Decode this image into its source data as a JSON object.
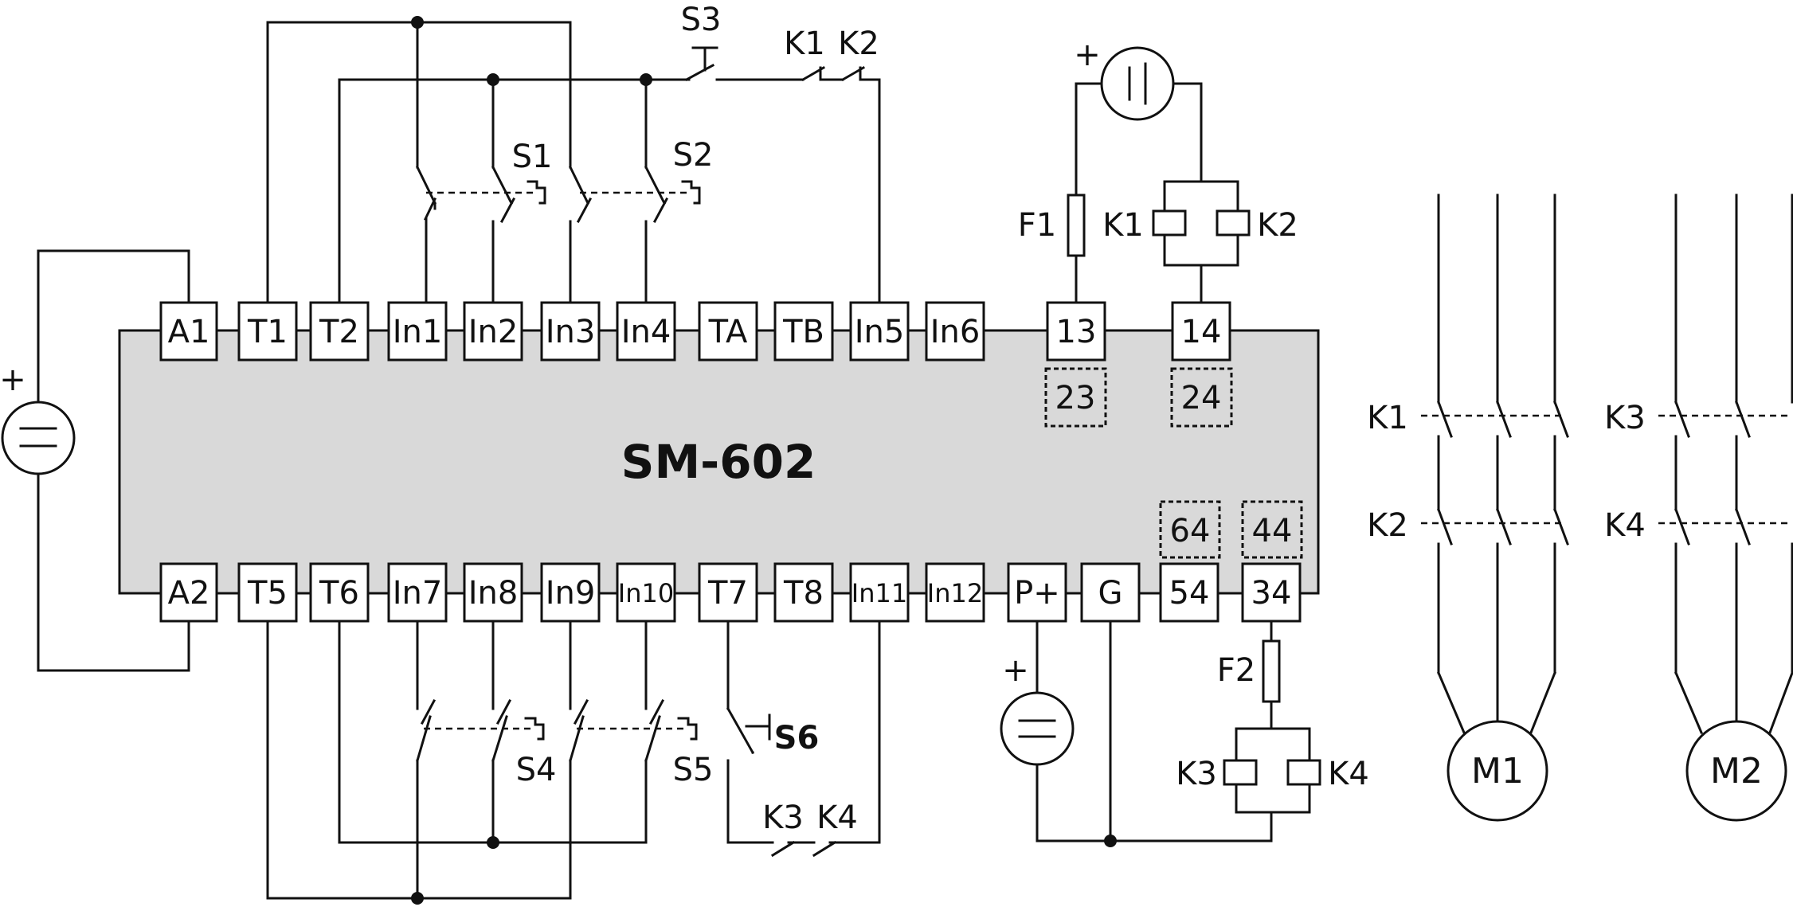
{
  "module": {
    "name": "SM-602",
    "fill": "#d9d9d9"
  },
  "top_terminals": [
    "A1",
    "T1",
    "T2",
    "In1",
    "In2",
    "In3",
    "In4",
    "TA",
    "TB",
    "In5",
    "In6",
    "13",
    "14"
  ],
  "top_dashed_terminals": [
    "23",
    "24"
  ],
  "bottom_terminals": [
    "A2",
    "T5",
    "T6",
    "In7",
    "In8",
    "In9",
    "In10",
    "T7",
    "T8",
    "In11",
    "In12",
    "P+",
    "G",
    "54",
    "34"
  ],
  "bottom_dashed_terminals": [
    "64",
    "44"
  ],
  "switches": {
    "s1": "S1",
    "s2": "S2",
    "s3": "S3",
    "s4": "S4",
    "s5": "S5",
    "s6": "S6"
  },
  "contacts": {
    "k1": "K1",
    "k2": "K2",
    "k3": "K3",
    "k4": "K4"
  },
  "fuses": {
    "f1": "F1",
    "f2": "F2"
  },
  "coils": {
    "k1": "K1",
    "k2": "K2",
    "k3": "K3",
    "k4": "K4"
  },
  "motors": {
    "m1": "M1",
    "m2": "M2"
  },
  "power_polarity": "+",
  "motor_contacts": {
    "m1_row1": "K1",
    "m1_row2": "K2",
    "m2_row1": "K3",
    "m2_row2": "K4"
  }
}
